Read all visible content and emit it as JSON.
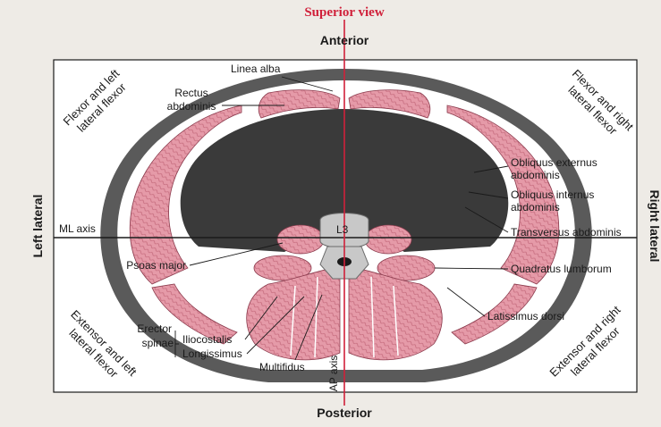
{
  "title": "Superior view",
  "directions": {
    "anterior": "Anterior",
    "posterior": "Posterior",
    "left_lateral": "Left lateral",
    "right_lateral": "Right lateral"
  },
  "axes": {
    "ml_axis": "ML axis",
    "ap_axis": "AP axis"
  },
  "quadrants": {
    "top_left": [
      "Flexor and left",
      "lateral flexor"
    ],
    "top_right": [
      "Flexor and right",
      "lateral flexor"
    ],
    "bottom_left": [
      "Extensor and left",
      "lateral flexor"
    ],
    "bottom_right": [
      "Extensor and right",
      "lateral flexor"
    ]
  },
  "vertebra_label": "L3",
  "structures": {
    "linea_alba": "Linea alba",
    "rectus": [
      "Rectus",
      "abdominis"
    ],
    "obliquus_externus": [
      "Obliquus externus",
      "abdominis"
    ],
    "obliquus_internus": [
      "Obliquus internus",
      "abdominis"
    ],
    "transversus": "Transversus abdominis",
    "psoas": "Psoas major",
    "quadratus": "Quadratus lumborum",
    "latissimus": "Latissimus dorsi",
    "erector": [
      "Erector",
      "spinae"
    ],
    "iliocostalis": "Iliocostalis",
    "longissimus": "Longissimus",
    "multifidus": "Multifidus"
  },
  "colors": {
    "title": "#d0203a",
    "axis_line": "#d0203a",
    "skin": "#5a5a5a",
    "fat": "#ffffff",
    "muscle": "#e59aa8",
    "muscle_dark": "#b85a6c",
    "cavity": "#3a3a3a",
    "bone": "#c8c8c8"
  }
}
